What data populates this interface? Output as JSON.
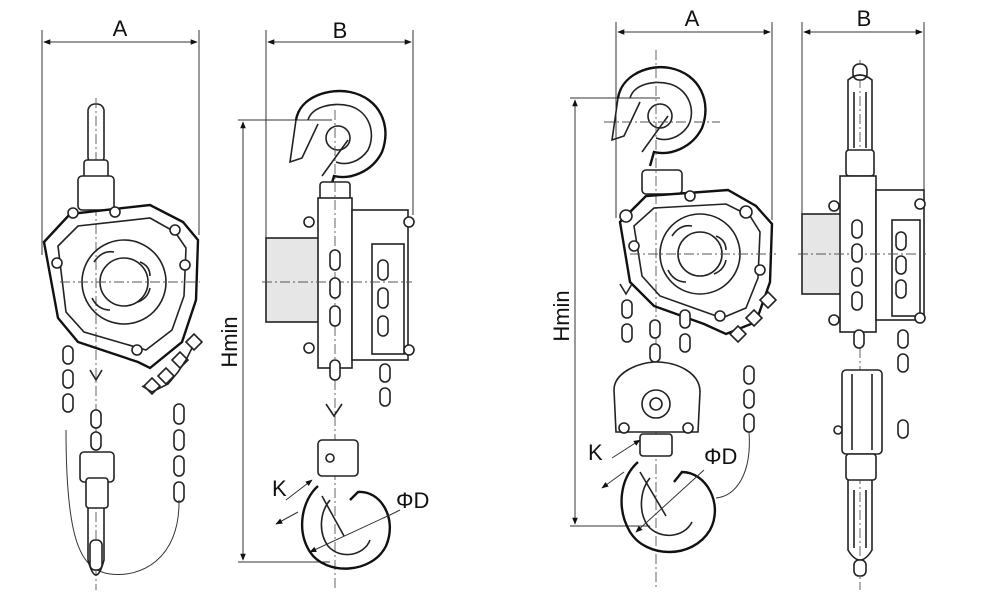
{
  "labels": {
    "left_front_width": "A",
    "left_side_width": "B",
    "left_height": "Hmin",
    "left_k": "K",
    "left_diameter": "ΦD",
    "right_front_width": "A",
    "right_side_width": "B",
    "right_height": "Hmin",
    "right_k": "K",
    "right_diameter": "ΦD"
  },
  "colors": {
    "ink": "#222222",
    "fill": "#e6e6e6",
    "background": "#ffffff"
  }
}
